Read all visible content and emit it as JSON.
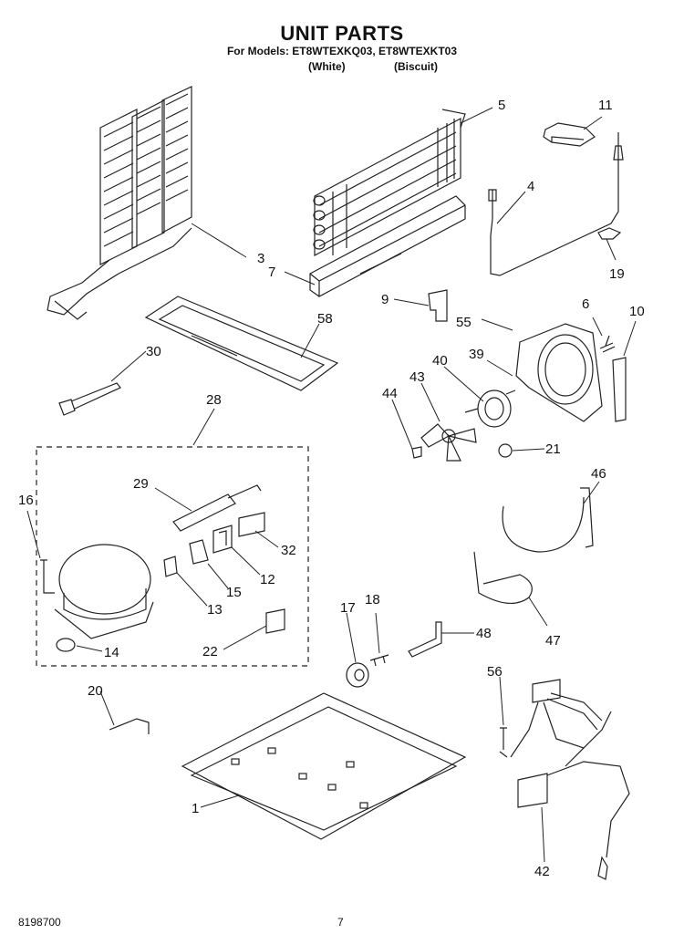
{
  "header": {
    "title": "UNIT PARTS",
    "models": "For Models: ET8WTEXKQ03, ET8WTEXKT03",
    "color1": "(White)",
    "color2": "(Biscuit)"
  },
  "callouts": [
    "3",
    "5",
    "11",
    "4",
    "7",
    "19",
    "9",
    "55",
    "6",
    "10",
    "58",
    "40",
    "39",
    "30",
    "43",
    "44",
    "28",
    "21",
    "46",
    "29",
    "16",
    "32",
    "12",
    "15",
    "13",
    "17",
    "18",
    "48",
    "14",
    "22",
    "47",
    "20",
    "56",
    "1",
    "42"
  ],
  "footer": {
    "doc_number": "8198700",
    "page": "7"
  }
}
